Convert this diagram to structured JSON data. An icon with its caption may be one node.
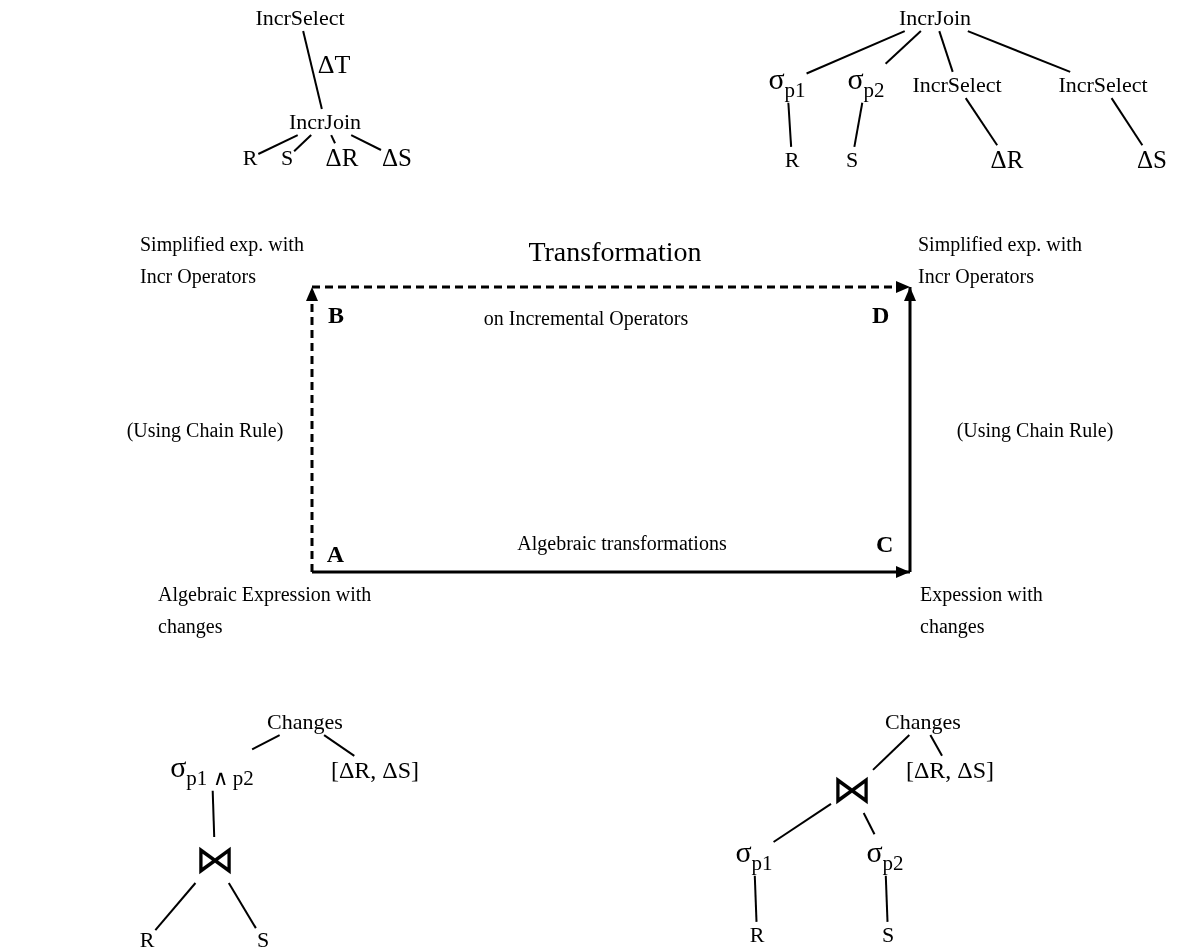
{
  "diagram": {
    "nodes": [
      {
        "text": [
          "IncrSelect"
        ]
      },
      {
        "text": [
          "IncrJoin"
        ]
      },
      {
        "text": [
          "R"
        ]
      },
      {
        "text": [
          "S"
        ]
      },
      {
        "text": [
          "ΔR"
        ]
      },
      {
        "text": [
          "ΔS"
        ]
      },
      {
        "text": [
          "IncrJoin"
        ]
      },
      {
        "text": [
          "σ$_{p1}$"
        ]
      },
      {
        "text": [
          "σ$_{p2}$"
        ]
      },
      {
        "text": [
          "IncrSelect"
        ]
      },
      {
        "text": [
          "IncrSelect"
        ]
      },
      {
        "text": [
          "R"
        ]
      },
      {
        "text": [
          "S"
        ]
      },
      {
        "text": [
          "ΔR"
        ]
      },
      {
        "text": [
          "ΔS"
        ]
      },
      {
        "text": [
          "B"
        ],
        "beside": [
          "Simplified exp. with Incr Operators"
        ]
      },
      {
        "text": [
          "D"
        ],
        "beside": [
          "Simplified exp. with Incr Operators"
        ]
      },
      {
        "text": [
          "A"
        ],
        "beside": [
          "Algebraic Expression with changes"
        ]
      },
      {
        "text": [
          "C"
        ],
        "beside": [
          "Expession with changes"
        ]
      },
      {
        "text": [
          "Changes"
        ]
      },
      {
        "text": [
          "σ$_{p1 ∧ p2}$"
        ]
      },
      {
        "text": [
          "[ΔR, ΔS]"
        ]
      },
      {
        "text": [
          "⋈"
        ]
      },
      {
        "text": [
          "R"
        ]
      },
      {
        "text": [
          "S"
        ]
      },
      {
        "text": [
          "Changes"
        ]
      },
      {
        "text": [
          "⋈"
        ]
      },
      {
        "text": [
          "[ΔR, ΔS]"
        ]
      },
      {
        "text": [
          "σ$_{p1}$"
        ]
      },
      {
        "text": [
          "σ$_{p2}$"
        ]
      },
      {
        "text": [
          "R"
        ]
      },
      {
        "text": [
          "S"
        ]
      }
    ],
    "edges": [
      {
        "from": 0,
        "to": 1,
        "arrow": "none",
        "label": "ΔT"
      },
      {
        "from": 1,
        "to": 2,
        "arrow": "none"
      },
      {
        "from": 1,
        "to": 3,
        "arrow": "none"
      },
      {
        "from": 1,
        "to": 4,
        "arrow": "none"
      },
      {
        "from": 1,
        "to": 5,
        "arrow": "none"
      },
      {
        "from": 6,
        "to": 7,
        "arrow": "none"
      },
      {
        "from": 6,
        "to": 8,
        "arrow": "none"
      },
      {
        "from": 6,
        "to": 9,
        "arrow": "none"
      },
      {
        "from": 6,
        "to": 10,
        "arrow": "none"
      },
      {
        "from": 7,
        "to": 11,
        "arrow": "none"
      },
      {
        "from": 8,
        "to": 12,
        "arrow": "none"
      },
      {
        "from": 9,
        "to": 13,
        "arrow": "none"
      },
      {
        "from": 10,
        "to": 14,
        "arrow": "none"
      },
      {
        "from": 15,
        "to": 16,
        "arrow": "to",
        "style": "dashed",
        "label": "Transformation"
      },
      {
        "from": 17,
        "to": 15,
        "arrow": "to",
        "style": "dashed",
        "label": "(Using Chain Rule)"
      },
      {
        "from": 18,
        "to": 16,
        "arrow": "to",
        "label": "(Using Chain Rule)"
      },
      {
        "from": 17,
        "to": 18,
        "arrow": "to",
        "label": "Algebraic transformations"
      },
      {
        "from": 19,
        "to": 20,
        "arrow": "none"
      },
      {
        "from": 19,
        "to": 21,
        "arrow": "none"
      },
      {
        "from": 20,
        "to": 22,
        "arrow": "none"
      },
      {
        "from": 22,
        "to": 23,
        "arrow": "none"
      },
      {
        "from": 22,
        "to": 24,
        "arrow": "none"
      },
      {
        "from": 25,
        "to": 26,
        "arrow": "none"
      },
      {
        "from": 25,
        "to": 27,
        "arrow": "none"
      },
      {
        "from": 26,
        "to": 28,
        "arrow": "none"
      },
      {
        "from": 26,
        "to": 29,
        "arrow": "none"
      },
      {
        "from": 28,
        "to": 30,
        "arrow": "none"
      },
      {
        "from": 29,
        "to": 31,
        "arrow": "none"
      }
    ],
    "labels": [
      "on Incremental Operators"
    ]
  }
}
